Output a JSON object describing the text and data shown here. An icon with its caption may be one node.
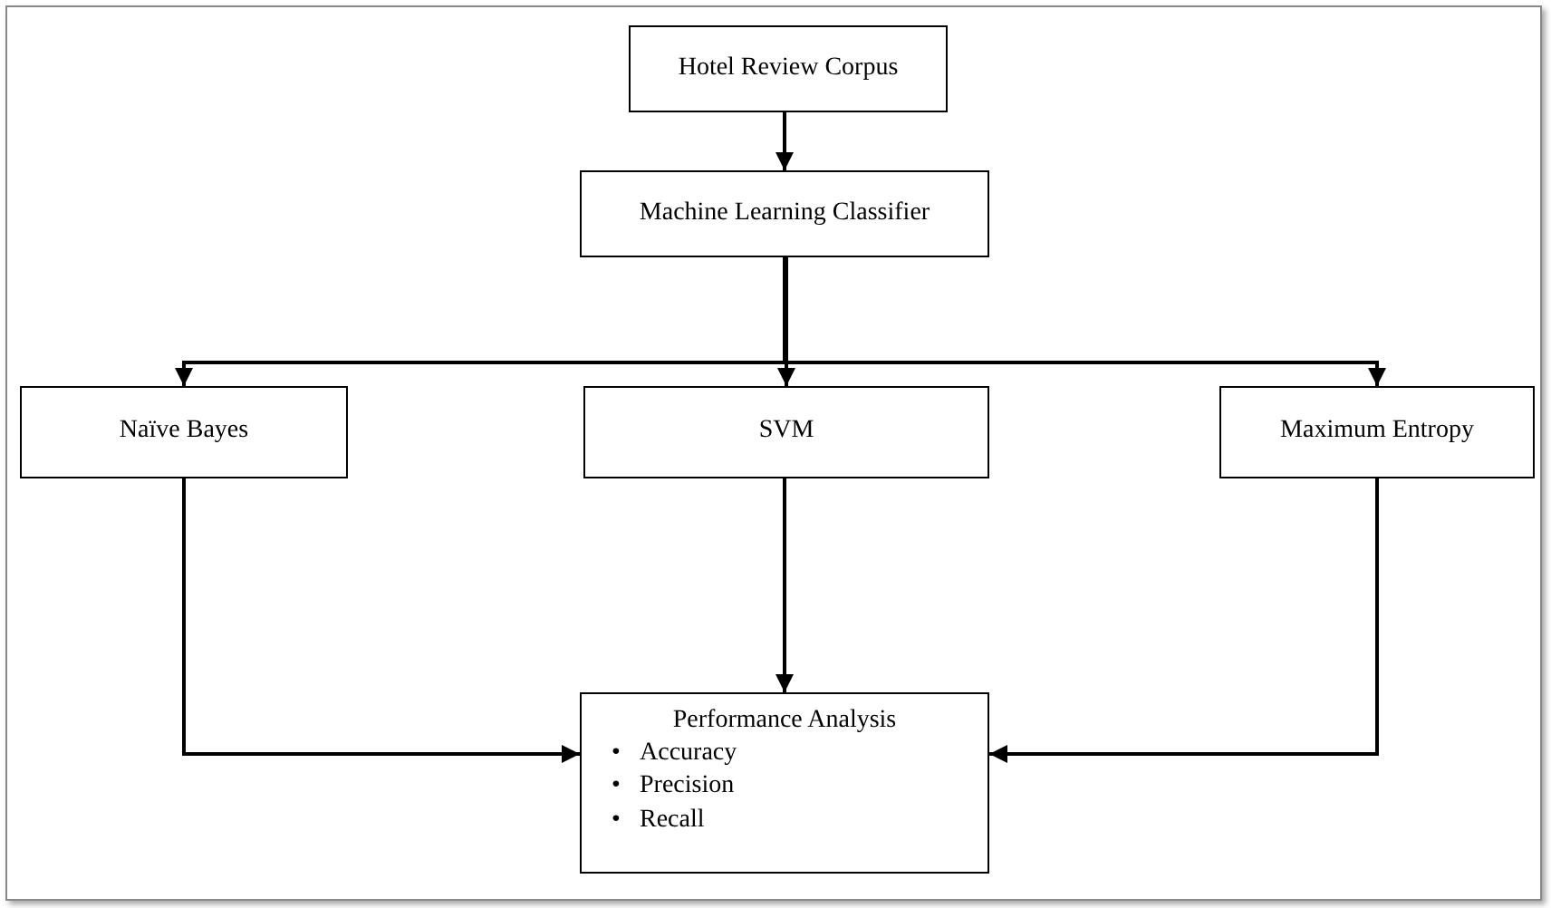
{
  "diagram": {
    "nodes": [
      {
        "text": [
          "Hotel Review Corpus"
        ]
      },
      {
        "text": [
          "Machine Learning Classifier"
        ]
      },
      {
        "text": [
          "Naïve Bayes"
        ]
      },
      {
        "text": [
          "SVM"
        ]
      },
      {
        "text": [
          "Maximum Entropy"
        ]
      },
      {
        "text": [
          "Performance Analysis",
          "•",
          "Accuracy",
          "•",
          "Precision",
          "•",
          "Recall"
        ]
      }
    ],
    "edges": [
      {
        "from": 0,
        "to": 1,
        "arrow": "to"
      },
      {
        "from": 1,
        "to": 2,
        "arrow": "to"
      },
      {
        "from": 1,
        "to": 3,
        "arrow": "to"
      },
      {
        "from": 1,
        "to": 4,
        "arrow": "to"
      },
      {
        "from": 2,
        "to": 5,
        "arrow": "to"
      },
      {
        "from": 3,
        "to": 5,
        "arrow": "to"
      },
      {
        "from": 4,
        "to": 5,
        "arrow": "to"
      }
    ]
  }
}
